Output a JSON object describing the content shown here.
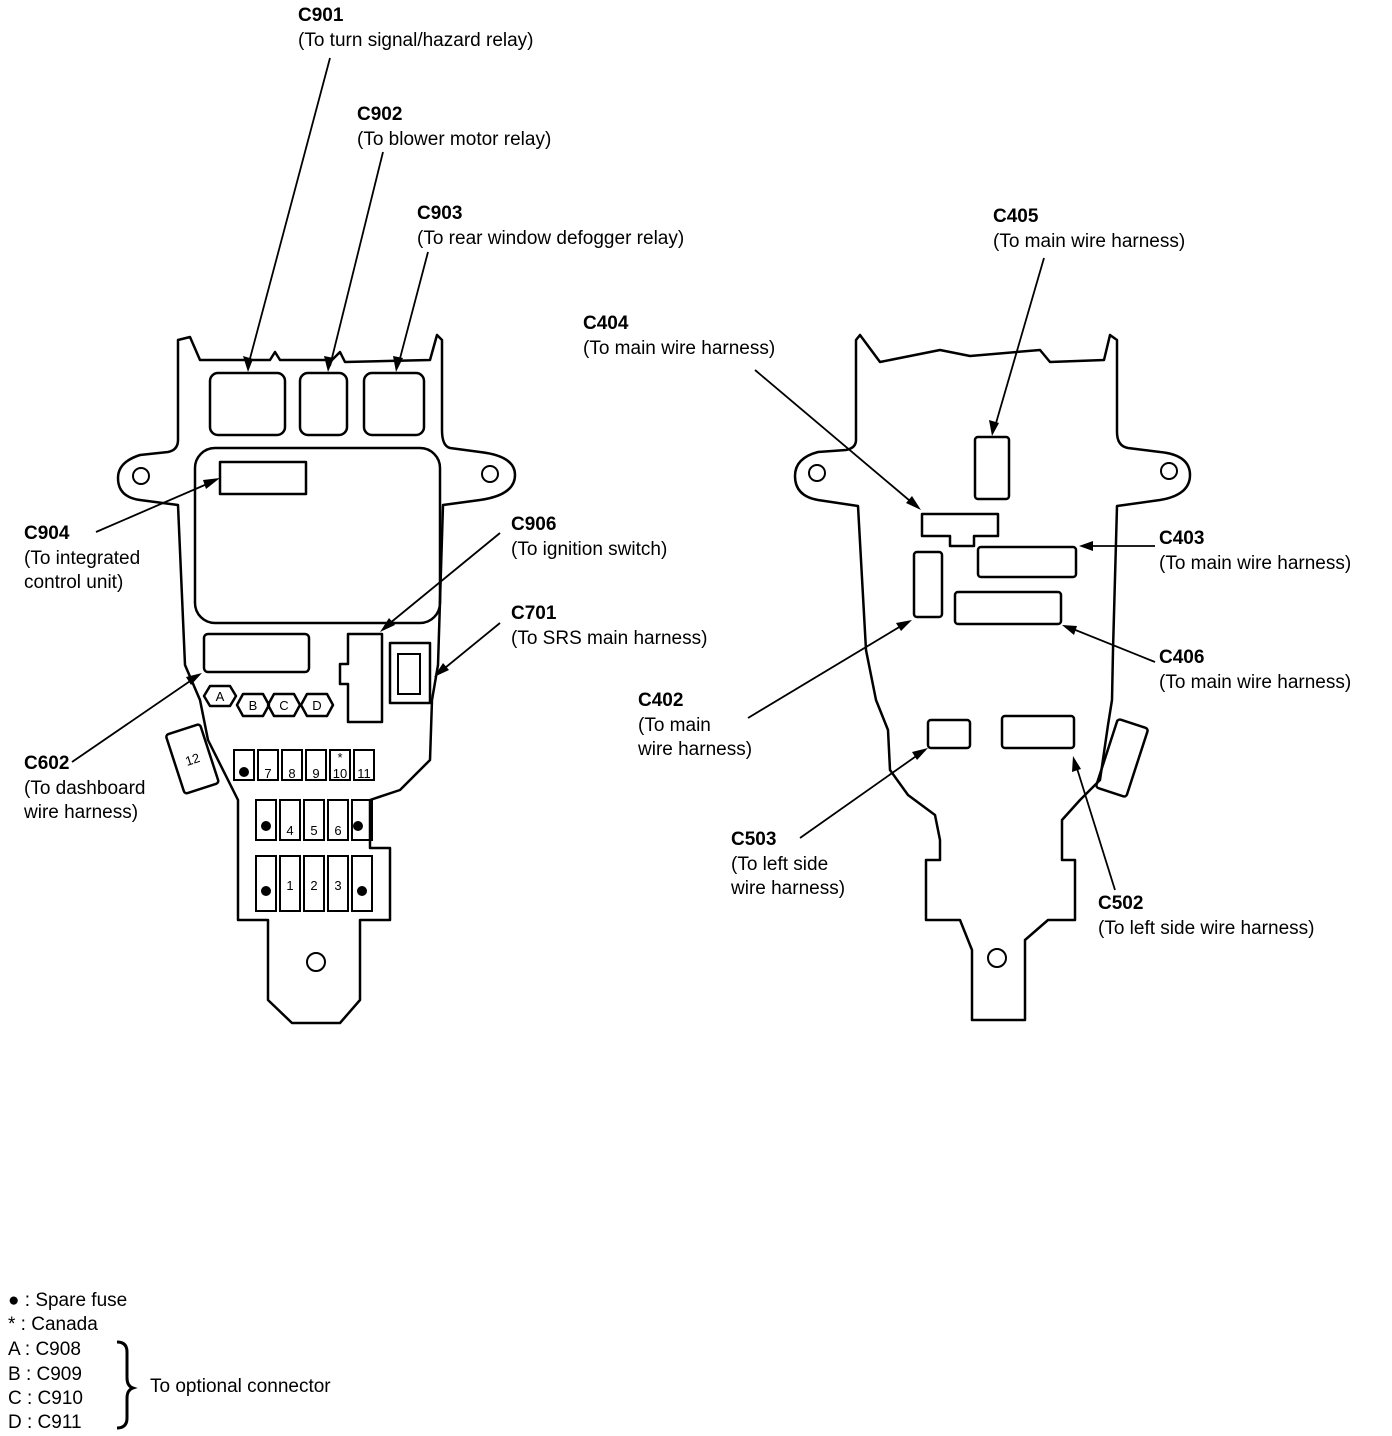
{
  "front_view": {
    "callouts": [
      {
        "id": "c901",
        "code": "C901",
        "desc": [
          "(To turn signal/hazard relay)"
        ]
      },
      {
        "id": "c902",
        "code": "C902",
        "desc": [
          "(To blower motor relay)"
        ]
      },
      {
        "id": "c903",
        "code": "C903",
        "desc": [
          "(To rear window defogger relay)"
        ]
      },
      {
        "id": "c904",
        "code": "C904",
        "desc": [
          "(To integrated",
          "control unit)"
        ]
      },
      {
        "id": "c906",
        "code": "C906",
        "desc": [
          "(To ignition switch)"
        ]
      },
      {
        "id": "c701",
        "code": "C701",
        "desc": [
          "(To SRS main harness)"
        ]
      },
      {
        "id": "c602",
        "code": "C602",
        "desc": [
          "(To dashboard",
          "wire harness)"
        ]
      }
    ],
    "optional_connectors": [
      "A",
      "B",
      "C",
      "D"
    ],
    "fuse_numbers": [
      "1",
      "2",
      "3",
      "4",
      "5",
      "6",
      "7",
      "8",
      "9",
      "10",
      "11",
      "12"
    ],
    "canada_mark": "*"
  },
  "rear_view": {
    "callouts": [
      {
        "id": "c405",
        "code": "C405",
        "desc": [
          "(To main wire harness)"
        ]
      },
      {
        "id": "c404",
        "code": "C404",
        "desc": [
          "(To main wire harness)"
        ]
      },
      {
        "id": "c403",
        "code": "C403",
        "desc": [
          "(To main wire harness)"
        ]
      },
      {
        "id": "c406",
        "code": "C406",
        "desc": [
          "(To main wire harness)"
        ]
      },
      {
        "id": "c402",
        "code": "C402",
        "desc": [
          "(To main",
          "wire harness)"
        ]
      },
      {
        "id": "c503",
        "code": "C503",
        "desc": [
          "(To left side",
          "wire harness)"
        ]
      },
      {
        "id": "c502",
        "code": "C502",
        "desc": [
          "(To left side wire harness)"
        ]
      }
    ]
  },
  "legend": {
    "spare_fuse": "● : Spare fuse",
    "canada": "* : Canada",
    "items": [
      "A : C908",
      "B : C909",
      "C : C910",
      "D : C911"
    ],
    "group_label": "To optional connector"
  }
}
